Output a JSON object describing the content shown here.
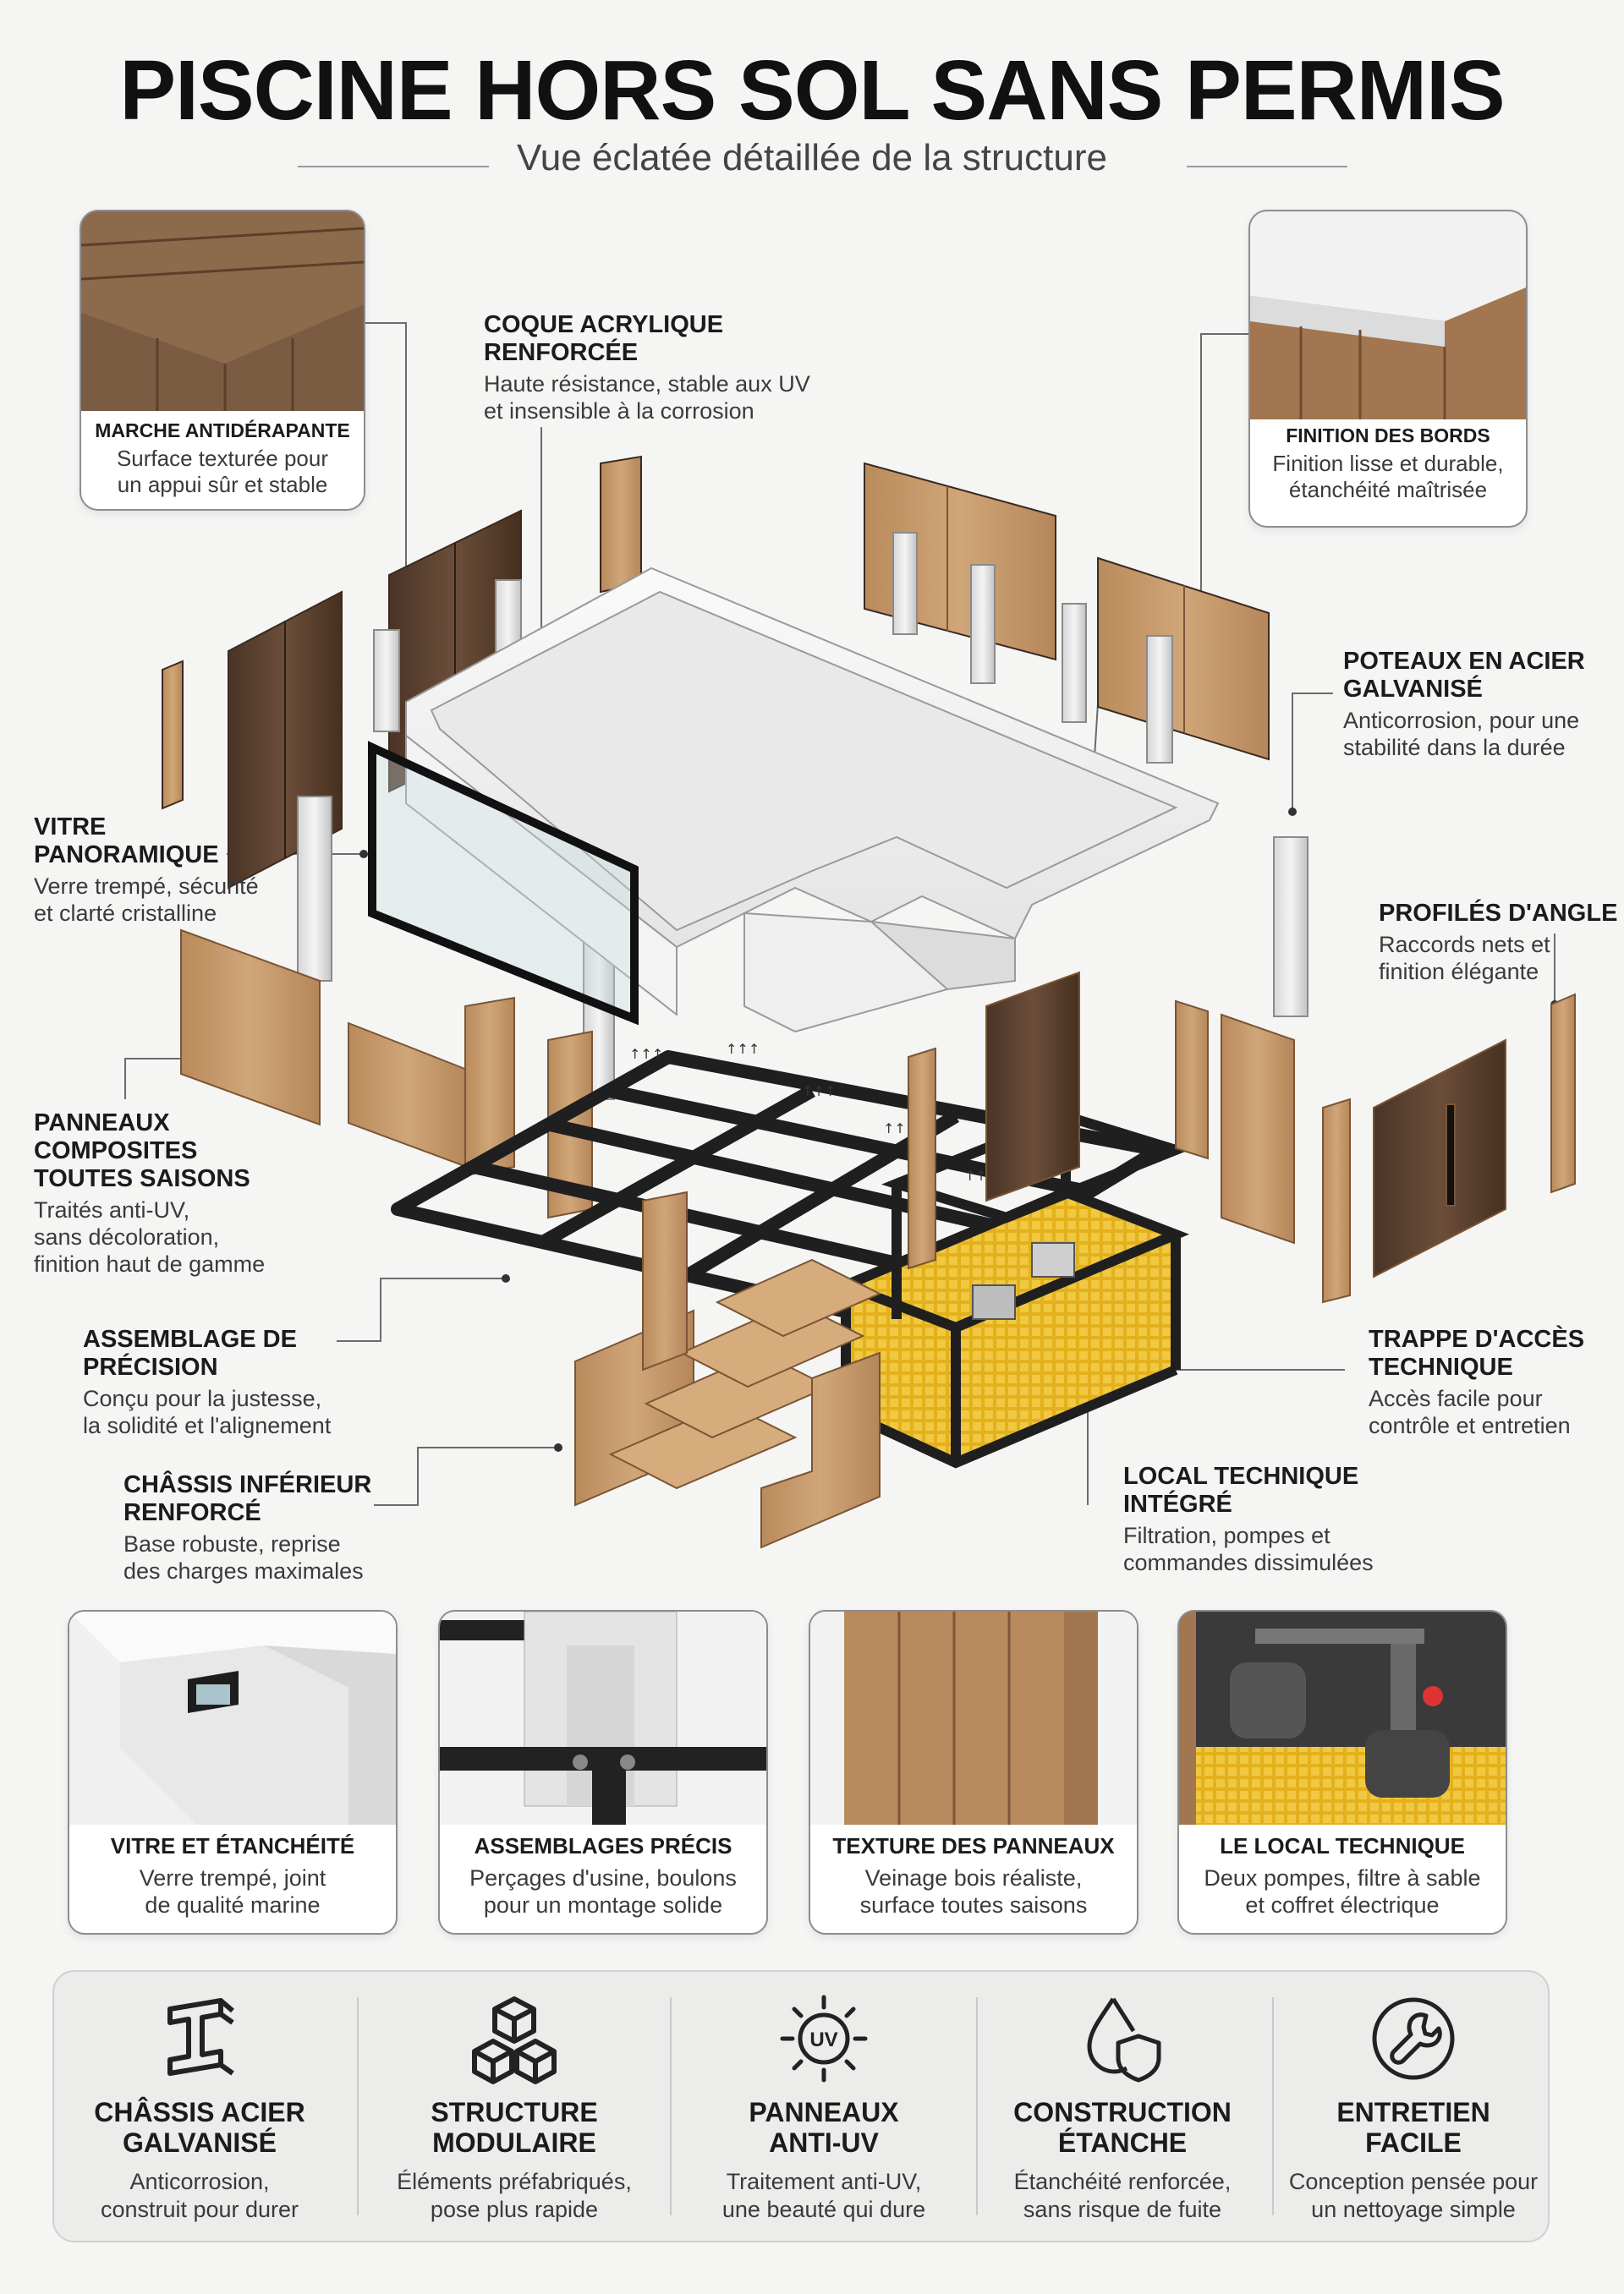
{
  "title": "PISCINE HORS SOL SANS PERMIS",
  "subtitle": "Vue éclatée détaillée de la structure",
  "colors": {
    "background": "#f5f5f4",
    "wood_light": "#c89a6c",
    "wood_dark": "#5a4030",
    "steel": "#1f1f1f",
    "acrylic": "#ffffff",
    "accent_yellow": "#e6b820"
  },
  "corner_cards": {
    "top_left": {
      "title": "MARCHE ANTIDÉRAPANTE",
      "desc": "Surface texturée pour\nun appui sûr et stable"
    },
    "top_right": {
      "title": "FINITION DES BORDS",
      "desc": "Finition lisse et durable,\nétanchéité maîtrisée"
    }
  },
  "callouts": {
    "coque": {
      "title": "COQUE ACRYLIQUE\nRENFORCÉE",
      "desc": "Haute résistance, stable aux UV\net insensible à la corrosion"
    },
    "poteaux": {
      "title": "POTEAUX EN ACIER\nGALVANISÉ",
      "desc": "Anticorrosion, pour une\nstabilité dans la durée"
    },
    "vitre": {
      "title": "VITRE\nPANORAMIQUE",
      "desc": "Verre trempé, sécurité\net clarté cristalline"
    },
    "profiles": {
      "title": "PROFILÉS D'ANGLE",
      "desc": "Raccords nets et\nfinition élégante"
    },
    "panneaux": {
      "title": "PANNEAUX\nCOMPOSITES\nTOUTES SAISONS",
      "desc": "Traités anti-UV,\nsans décoloration,\nfinition haut de gamme"
    },
    "assemblage": {
      "title": "ASSEMBLAGE DE\nPRÉCISION",
      "desc": "Conçu pour la justesse,\nla solidité et l'alignement"
    },
    "trappe": {
      "title": "TRAPPE D'ACCÈS\nTECHNIQUE",
      "desc": "Accès facile pour\ncontrôle et entretien"
    },
    "chassis": {
      "title": "CHÂSSIS INFÉRIEUR\nRENFORCÉ",
      "desc": "Base robuste, reprise\ndes charges maximales"
    },
    "local": {
      "title": "LOCAL TECHNIQUE\nINTÉGRÉ",
      "desc": "Filtration, pompes et\ncommandes dissimulées"
    }
  },
  "details": [
    {
      "title": "VITRE ET ÉTANCHÉITÉ",
      "desc": "Verre trempé, joint\nde qualité marine"
    },
    {
      "title": "ASSEMBLAGES PRÉCIS",
      "desc": "Perçages d'usine, boulons\npour un montage solide"
    },
    {
      "title": "TEXTURE DES PANNEAUX",
      "desc": "Veinage bois réaliste,\nsurface toutes saisons"
    },
    {
      "title": "LE LOCAL TECHNIQUE",
      "desc": "Deux pompes, filtre à sable\net coffret électrique"
    }
  ],
  "features": [
    {
      "icon": "steel-beam-icon",
      "title": "CHÂSSIS ACIER\nGALVANISÉ",
      "desc": "Anticorrosion,\nconstruit pour durer"
    },
    {
      "icon": "cubes-icon",
      "title": "STRUCTURE\nMODULAIRE",
      "desc": "Éléments préfabriqués,\npose plus rapide"
    },
    {
      "icon": "uv-sun-icon",
      "title": "PANNEAUX\nANTI-UV",
      "desc": "Traitement anti-UV,\nune beauté qui dure",
      "icon_text": "UV"
    },
    {
      "icon": "water-drop-shield-icon",
      "title": "CONSTRUCTION\nÉTANCHE",
      "desc": "Étanchéité renforcée,\nsans risque de fuite"
    },
    {
      "icon": "wrench-icon",
      "title": "ENTRETIEN\nFACILE",
      "desc": "Conception pensée pour\nun nettoyage simple"
    }
  ]
}
